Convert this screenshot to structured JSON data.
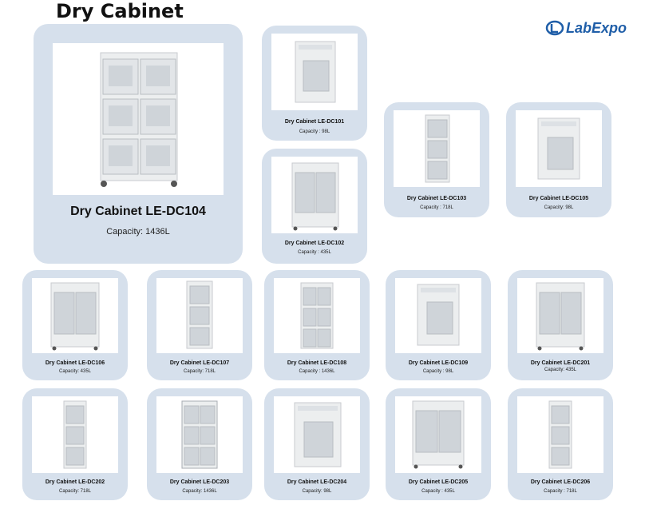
{
  "header": {
    "title": "Dry Cabinet",
    "logo_text": "LabExpo"
  },
  "products": [
    {
      "name": "Dry Cabinet LE-DC104",
      "capacity": "Capacity: 1436L",
      "style": "six-door"
    },
    {
      "name": "Dry Cabinet LE-DC101",
      "capacity": "Capacity : 98L",
      "style": "single"
    },
    {
      "name": "Dry Cabinet LE-DC103",
      "capacity": "Capacity : 718L",
      "style": "tall-three"
    },
    {
      "name": "Dry Cabinet LE-DC105",
      "capacity": "Capacity: 98L",
      "style": "single"
    },
    {
      "name": "Dry Cabinet LE-DC102",
      "capacity": "Capacity : 435L",
      "style": "double"
    },
    {
      "name": "Dry Cabinet LE-DC106",
      "capacity": "Capacity: 435L",
      "style": "double"
    },
    {
      "name": "Dry Cabinet LE-DC107",
      "capacity": "Capacity: 718L",
      "style": "tall-three"
    },
    {
      "name": "Dry Cabinet LE-DC108",
      "capacity": "Capacity : 1436L",
      "style": "six-door"
    },
    {
      "name": "Dry Cabinet LE-DC109",
      "capacity": "Capacity : 98L",
      "style": "single"
    },
    {
      "name": "Dry Cabinet LE-DC201",
      "capacity": "Capacity: 435L",
      "style": "double"
    },
    {
      "name": "Dry Cabinet LE-DC202",
      "capacity": "Capacity: 718L",
      "style": "tall-three"
    },
    {
      "name": "Dry Cabinet LE-DC203",
      "capacity": "Capacity: 1436L",
      "style": "six-door"
    },
    {
      "name": "Dry Cabinet LE-DC204",
      "capacity": "Capacity: 98L",
      "style": "single"
    },
    {
      "name": "Dry Cabinet LE-DC205",
      "capacity": "Capacity : 435L",
      "style": "double"
    },
    {
      "name": "Dry Cabinet LE-DC206",
      "capacity": "Capacity : 718L",
      "style": "tall-three"
    }
  ]
}
